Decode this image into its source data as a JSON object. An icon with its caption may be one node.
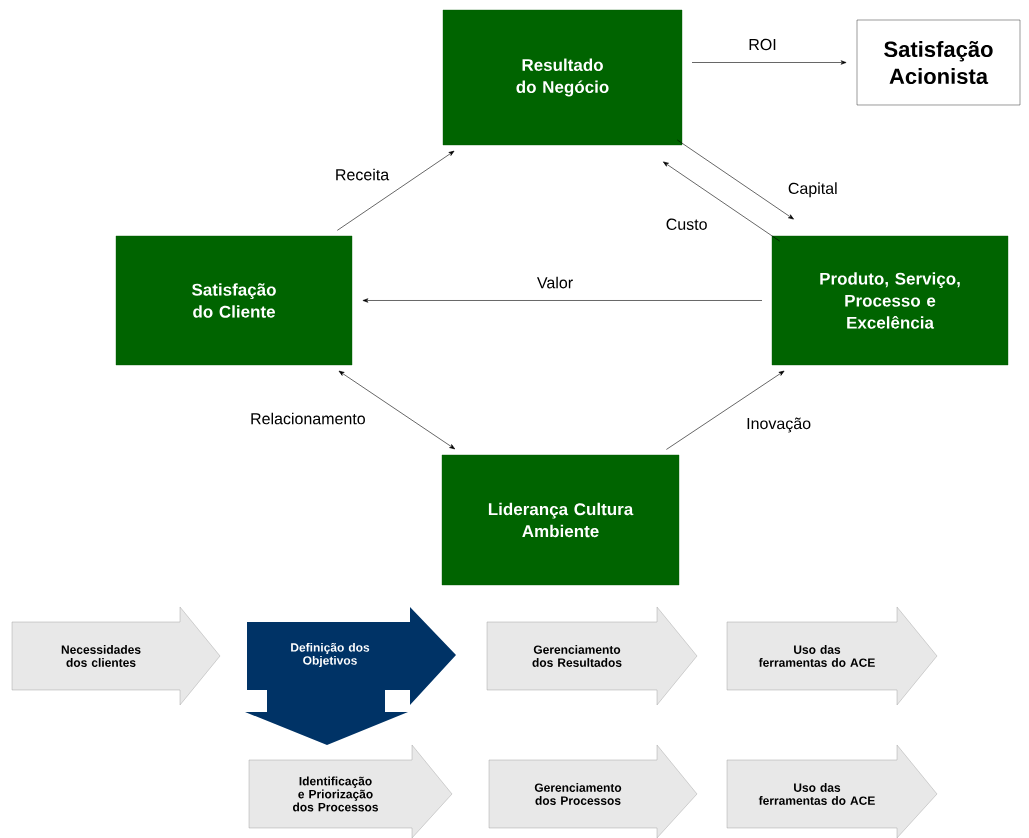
{
  "diagram": {
    "nodes": [
      {
        "text": [
          "Resultado do Negócio"
        ]
      },
      {
        "text": [
          "Satisfação Acionista"
        ]
      },
      {
        "text": [
          "Satisfação do Cliente"
        ]
      },
      {
        "text": [
          "Produto, Serviço, Processo e Excelência"
        ]
      },
      {
        "text": [
          "Liderança Cultura Ambiente"
        ]
      },
      {
        "text": [
          "Necessidades dos clientes"
        ]
      },
      {
        "text": [
          "Definição dos Objetivos"
        ]
      },
      {
        "text": [
          "Gerenciamento dos Resultados"
        ]
      },
      {
        "text": [
          "Uso das ferramentas do ACE"
        ]
      },
      {
        "text": [
          "Identificação e Priorização dos Processos"
        ]
      },
      {
        "text": [
          "Gerenciamento dos Processos"
        ]
      },
      {
        "text": [
          "Uso das ferramentas do ACE"
        ]
      }
    ],
    "edges": [
      {
        "from": 0,
        "to": 1,
        "arrow": "to",
        "label": "ROI"
      },
      {
        "from": 0,
        "to": 3,
        "arrow": "to",
        "label": "Capital"
      },
      {
        "from": 3,
        "to": 0,
        "arrow": "to",
        "label": "Custo"
      },
      {
        "from": 3,
        "to": 2,
        "arrow": "to",
        "label": "Valor"
      },
      {
        "from": 2,
        "to": 0,
        "arrow": "to",
        "label": "Receita"
      },
      {
        "from": 2,
        "to": 4,
        "arrow": "both",
        "label": "Relacionamento"
      },
      {
        "from": 4,
        "to": 3,
        "arrow": "to",
        "label": "Inovação"
      }
    ]
  }
}
